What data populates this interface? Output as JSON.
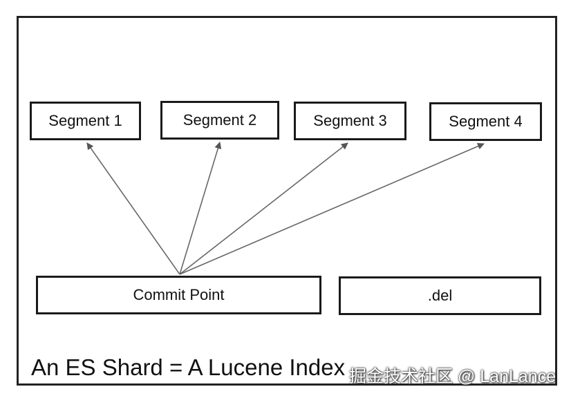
{
  "diagram": {
    "segments": [
      "Segment 1",
      "Segment 2",
      "Segment 3",
      "Segment 4"
    ],
    "commit_point": "Commit Point",
    "del_file": ".del",
    "caption": "An ES Shard = A Lucene Index",
    "edges": [
      {
        "from": "Commit Point",
        "to": "Segment 1"
      },
      {
        "from": "Commit Point",
        "to": "Segment 2"
      },
      {
        "from": "Commit Point",
        "to": "Segment 3"
      },
      {
        "from": "Commit Point",
        "to": "Segment 4"
      }
    ]
  },
  "watermark": "掘金技术社区 @ LanLance",
  "colors": {
    "border": "#1a1a1a",
    "arrow": "#666666",
    "background": "#ffffff"
  }
}
